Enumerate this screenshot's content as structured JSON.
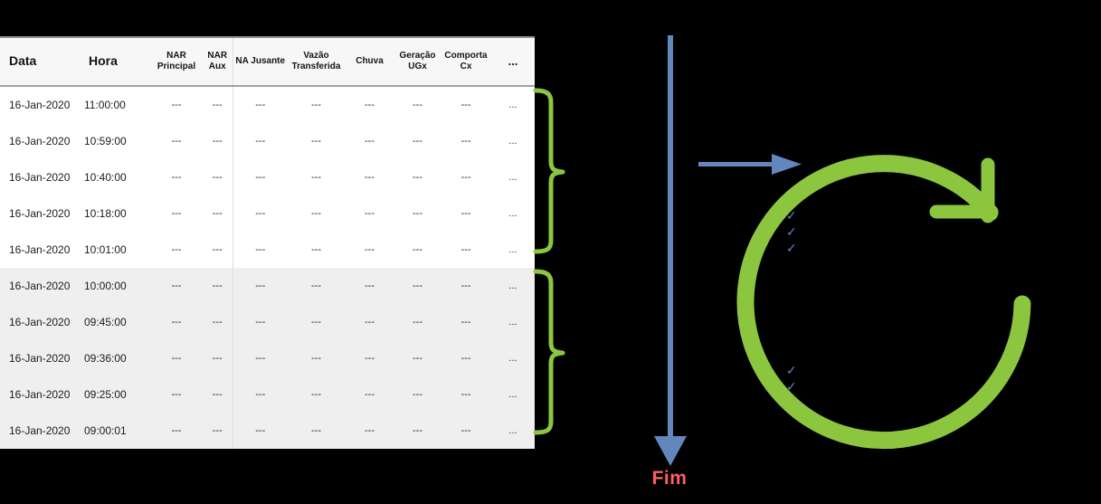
{
  "colors": {
    "accent_green": "#8CC63F",
    "accent_blue": "#6287BD",
    "end_red": "#FB5F5F",
    "row_alt_bg": "#efefef",
    "header_bg": "#f7f7f7"
  },
  "table": {
    "columns": [
      "Data",
      "Hora",
      "NAR Principal",
      "NAR Aux",
      "NA Jusante",
      "Vazão Transferida",
      "Chuva",
      "Geração UGx",
      "Comporta Cx",
      "..."
    ],
    "rows": [
      {
        "date": "16-Jan-2020",
        "time": "11:00:00",
        "values": [
          "---",
          "---",
          "---",
          "---",
          "---",
          "---",
          "---",
          "..."
        ]
      },
      {
        "date": "16-Jan-2020",
        "time": "10:59:00",
        "values": [
          "---",
          "---",
          "---",
          "---",
          "---",
          "---",
          "---",
          "..."
        ]
      },
      {
        "date": "16-Jan-2020",
        "time": "10:40:00",
        "values": [
          "---",
          "---",
          "---",
          "---",
          "---",
          "---",
          "---",
          "..."
        ]
      },
      {
        "date": "16-Jan-2020",
        "time": "10:18:00",
        "values": [
          "---",
          "---",
          "---",
          "---",
          "---",
          "---",
          "---",
          "..."
        ]
      },
      {
        "date": "16-Jan-2020",
        "time": "10:01:00",
        "values": [
          "---",
          "---",
          "---",
          "---",
          "---",
          "---",
          "---",
          "..."
        ]
      },
      {
        "date": "16-Jan-2020",
        "time": "10:00:00",
        "values": [
          "---",
          "---",
          "---",
          "---",
          "---",
          "---",
          "---",
          "..."
        ]
      },
      {
        "date": "16-Jan-2020",
        "time": "09:45:00",
        "values": [
          "---",
          "---",
          "---",
          "---",
          "---",
          "---",
          "---",
          "..."
        ]
      },
      {
        "date": "16-Jan-2020",
        "time": "09:36:00",
        "values": [
          "---",
          "---",
          "---",
          "---",
          "---",
          "---",
          "---",
          "..."
        ]
      },
      {
        "date": "16-Jan-2020",
        "time": "09:25:00",
        "values": [
          "---",
          "---",
          "---",
          "---",
          "---",
          "---",
          "---",
          "..."
        ]
      },
      {
        "date": "16-Jan-2020",
        "time": "09:00:01",
        "values": [
          "---",
          "---",
          "---",
          "---",
          "---",
          "---",
          "---",
          "..."
        ]
      }
    ],
    "group_split_index": 5
  },
  "annotations": {
    "end_label": "Fim",
    "checkmark_char": "✓",
    "checkmark_groups": [
      {
        "count": 3
      },
      {
        "count": 2
      }
    ]
  }
}
